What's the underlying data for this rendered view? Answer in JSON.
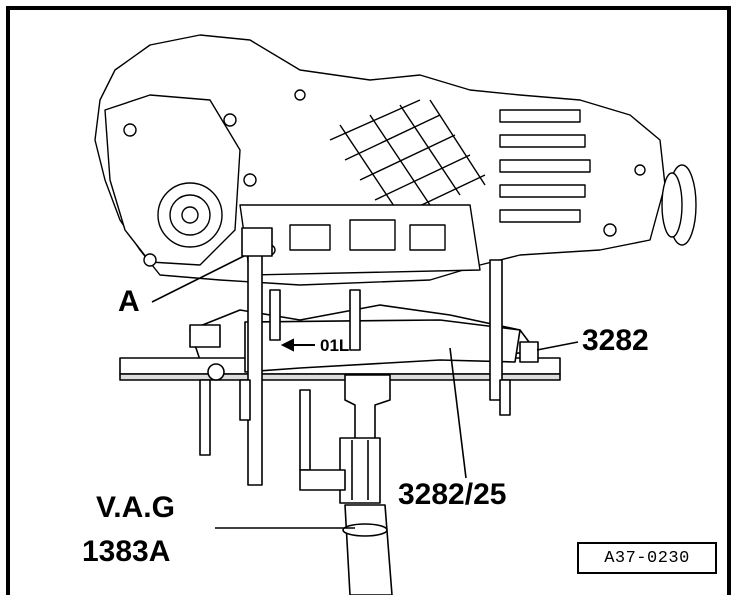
{
  "labels": {
    "a": "A",
    "fixture": "3282",
    "adapter": "3282/25",
    "jack_line1": "V.A.G",
    "jack_line2": "1383A",
    "direction": "01L"
  },
  "reference": "A37-0230"
}
